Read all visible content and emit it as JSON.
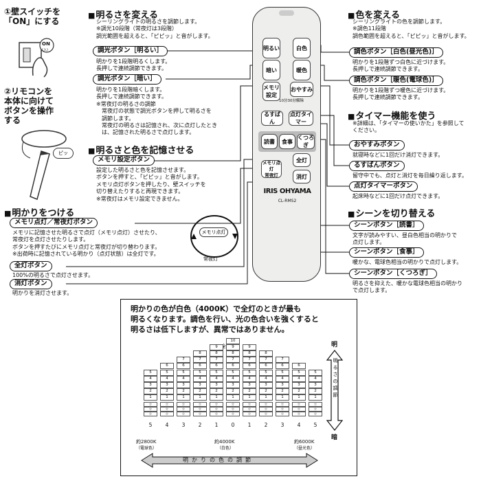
{
  "steps": {
    "step1": "①壁スイッチを\n「ON」にする",
    "step2": "②リモコンを\n本体に向けて\nボタンを操作\nする",
    "switch_on": "ON",
    "switch_sub": "(入)",
    "beep": "ピッ"
  },
  "brightness": {
    "title": "明るさを変える",
    "desc": "シーリングライトの明るさを調節します。\n※調光10段階（常夜灯は3段階）\n調光範囲を超えると、「ピピッ」と音がします。",
    "btn_bright_label": "調光ボタン［明るい］",
    "btn_bright_desc": "明かりを1段階明るくします。\n長押しで連続調節できます。",
    "btn_dark_label": "調光ボタン［暗い］",
    "btn_dark_desc": "明かりを1段階暗くします。\n長押しで連続調節できます。\n※常夜灯の明るさの調節\n　常夜灯の状態で調光ボタンを押して明るさを\n　調節します。\n　常夜灯の明るさは記憶され、次に点灯したとき\n　は、記憶された明るさで点灯します。"
  },
  "memory": {
    "title": "明るさと色を記憶させる",
    "label": "メモリ設定ボタン",
    "desc": "設定した明るさと色を記憶させます。\nボタンを押すと、「ピピッ」と音がします。\nメモリ点灯ボタンを押したり、壁スイッチを\n切り替えたりすると再現できます。\n※常夜灯はメモリ設定できません。"
  },
  "lighting": {
    "title": "明かりをつける",
    "memory_label": "メモリ点灯／常夜灯ボタン",
    "memory_desc": "メモリに記憶させた明るさで点灯（メモリ点灯）させたり、\n常夜灯を点灯させたりします。\nボタンを押すたびにメモリ点灯と常夜灯が切り替わります。\n※出荷時に記憶されている明かり（点灯状態）は全灯です。",
    "cycle_a": "メモリ点灯",
    "cycle_b": "常夜灯",
    "full_label": "全灯ボタン",
    "full_desc": "100%の明るさで点灯させます。",
    "off_label": "消灯ボタン",
    "off_desc": "明かりを消灯させます。"
  },
  "color": {
    "title": "色を変える",
    "desc": "シーリングライトの色を調節します。\n※調色11段階\n調色範囲を超えると、「ピピッ」と音がします。",
    "white_label": "調色ボタン［白色(昼光色)］",
    "white_desc": "明かりを1段階ずつ白色に近づけます。\n長押しで連続調節できます。",
    "warm_label": "調色ボタン［暖色(電球色)］",
    "warm_desc": "明かりを1段階ずつ暖色に近づけます。\n長押しで連続調節できます。"
  },
  "timer": {
    "title": "タイマー機能を使う",
    "desc": "※詳細は、「タイマーの使いかた」を参照して\nください。",
    "sleep_label": "おやすみボタン",
    "sleep_desc": "就寝時などに1回だけ消灯できます。",
    "away_label": "るすばんボタン",
    "away_desc": "留守中でも、点灯と消灯を毎日繰り返します。",
    "on_label": "点灯タイマーボタン",
    "on_desc": "起床時などに1回だけ点灯できます。"
  },
  "scene": {
    "title": "シーンを切り替える",
    "read_label": "シーンボタン［読書］",
    "read_desc": "文字が読みやすい、昼白色相当の明かりで\n点灯します。",
    "meal_label": "シーンボタン［食事］",
    "meal_desc": "暖かな、電球色相当の明かりで点灯します。",
    "relax_label": "シーンボタン［くつろぎ］",
    "relax_desc": "明るさを抑えた、暖かな電球色相当の明かり\nで点灯します。"
  },
  "remote": {
    "bright": "明るい",
    "dark": "暗い",
    "white": "白色",
    "warm": "暖色",
    "mem_set": "メモリ\n設定",
    "sleep": "おやすみ",
    "timer_note": "10分30分解除",
    "away": "るすばん",
    "on_timer": "点灯タイマー",
    "scene_read": "読書",
    "scene_meal": "食事",
    "scene_relax": "くつろぎ",
    "mem_light": "メモリ点灯\n常夜灯",
    "full": "全灯",
    "off": "消灯",
    "brand": "IRIS OHYAMA",
    "model": "CL-RMS2"
  },
  "chart": {
    "caption": "明かりの色が白色（4000K）で全灯のときが最も\n明るくなります。調色を行い、光の色合いを強くすると\n明るさは低下しますが、異常ではありません。",
    "full_label": "全灯",
    "bright": "明",
    "dark": "暗",
    "axis_v": "明るさの調節",
    "axis_h": "明かりの色の調節",
    "k_left": "約2800K",
    "k_left_sub": "（電球色）",
    "k_mid": "約4000K",
    "k_mid_sub": "（白色）",
    "k_right": "約6000K",
    "k_right_sub": "（昼光色）",
    "scale": [
      "5",
      "4",
      "3",
      "2",
      "1",
      "0",
      "1",
      "2",
      "3",
      "4",
      "5"
    ]
  },
  "chart_data": {
    "type": "heatmap",
    "title": "",
    "x": [
      "5",
      "4",
      "3",
      "2",
      "1",
      "0",
      "1",
      "2",
      "3",
      "4",
      "5"
    ],
    "column_max_level": [
      5,
      6,
      7,
      8,
      9,
      10,
      9,
      8,
      7,
      6,
      5
    ],
    "night_light_levels": [
      "☆",
      "☆",
      "☆"
    ],
    "ylabel": "明るさの調節",
    "xlabel": "明かりの色の調節"
  }
}
